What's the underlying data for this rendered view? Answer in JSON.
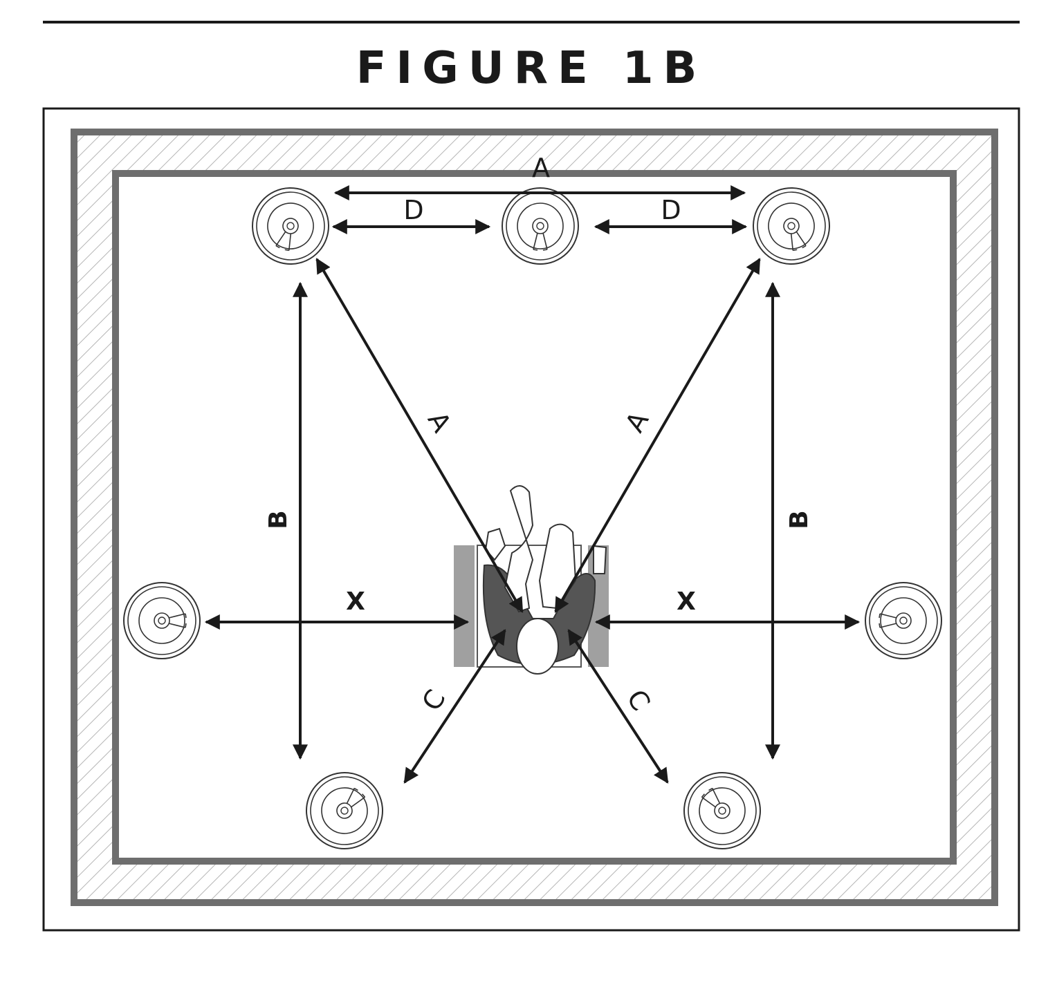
{
  "figure": {
    "title": "FIGURE 1B"
  },
  "labels": {
    "top_span": "A",
    "gap_left": "D",
    "gap_right": "D",
    "diag_left": "A",
    "diag_right": "A",
    "vert_left": "B",
    "vert_right": "B",
    "side_left": "X",
    "side_right": "X",
    "rear_left": "C",
    "rear_right": "C"
  },
  "colors": {
    "ink": "#1a1a1a",
    "wall": "#6e6e6e",
    "hatch": "#b5b5b5",
    "wheel": "#a0a0a0",
    "torso": "#555555"
  }
}
